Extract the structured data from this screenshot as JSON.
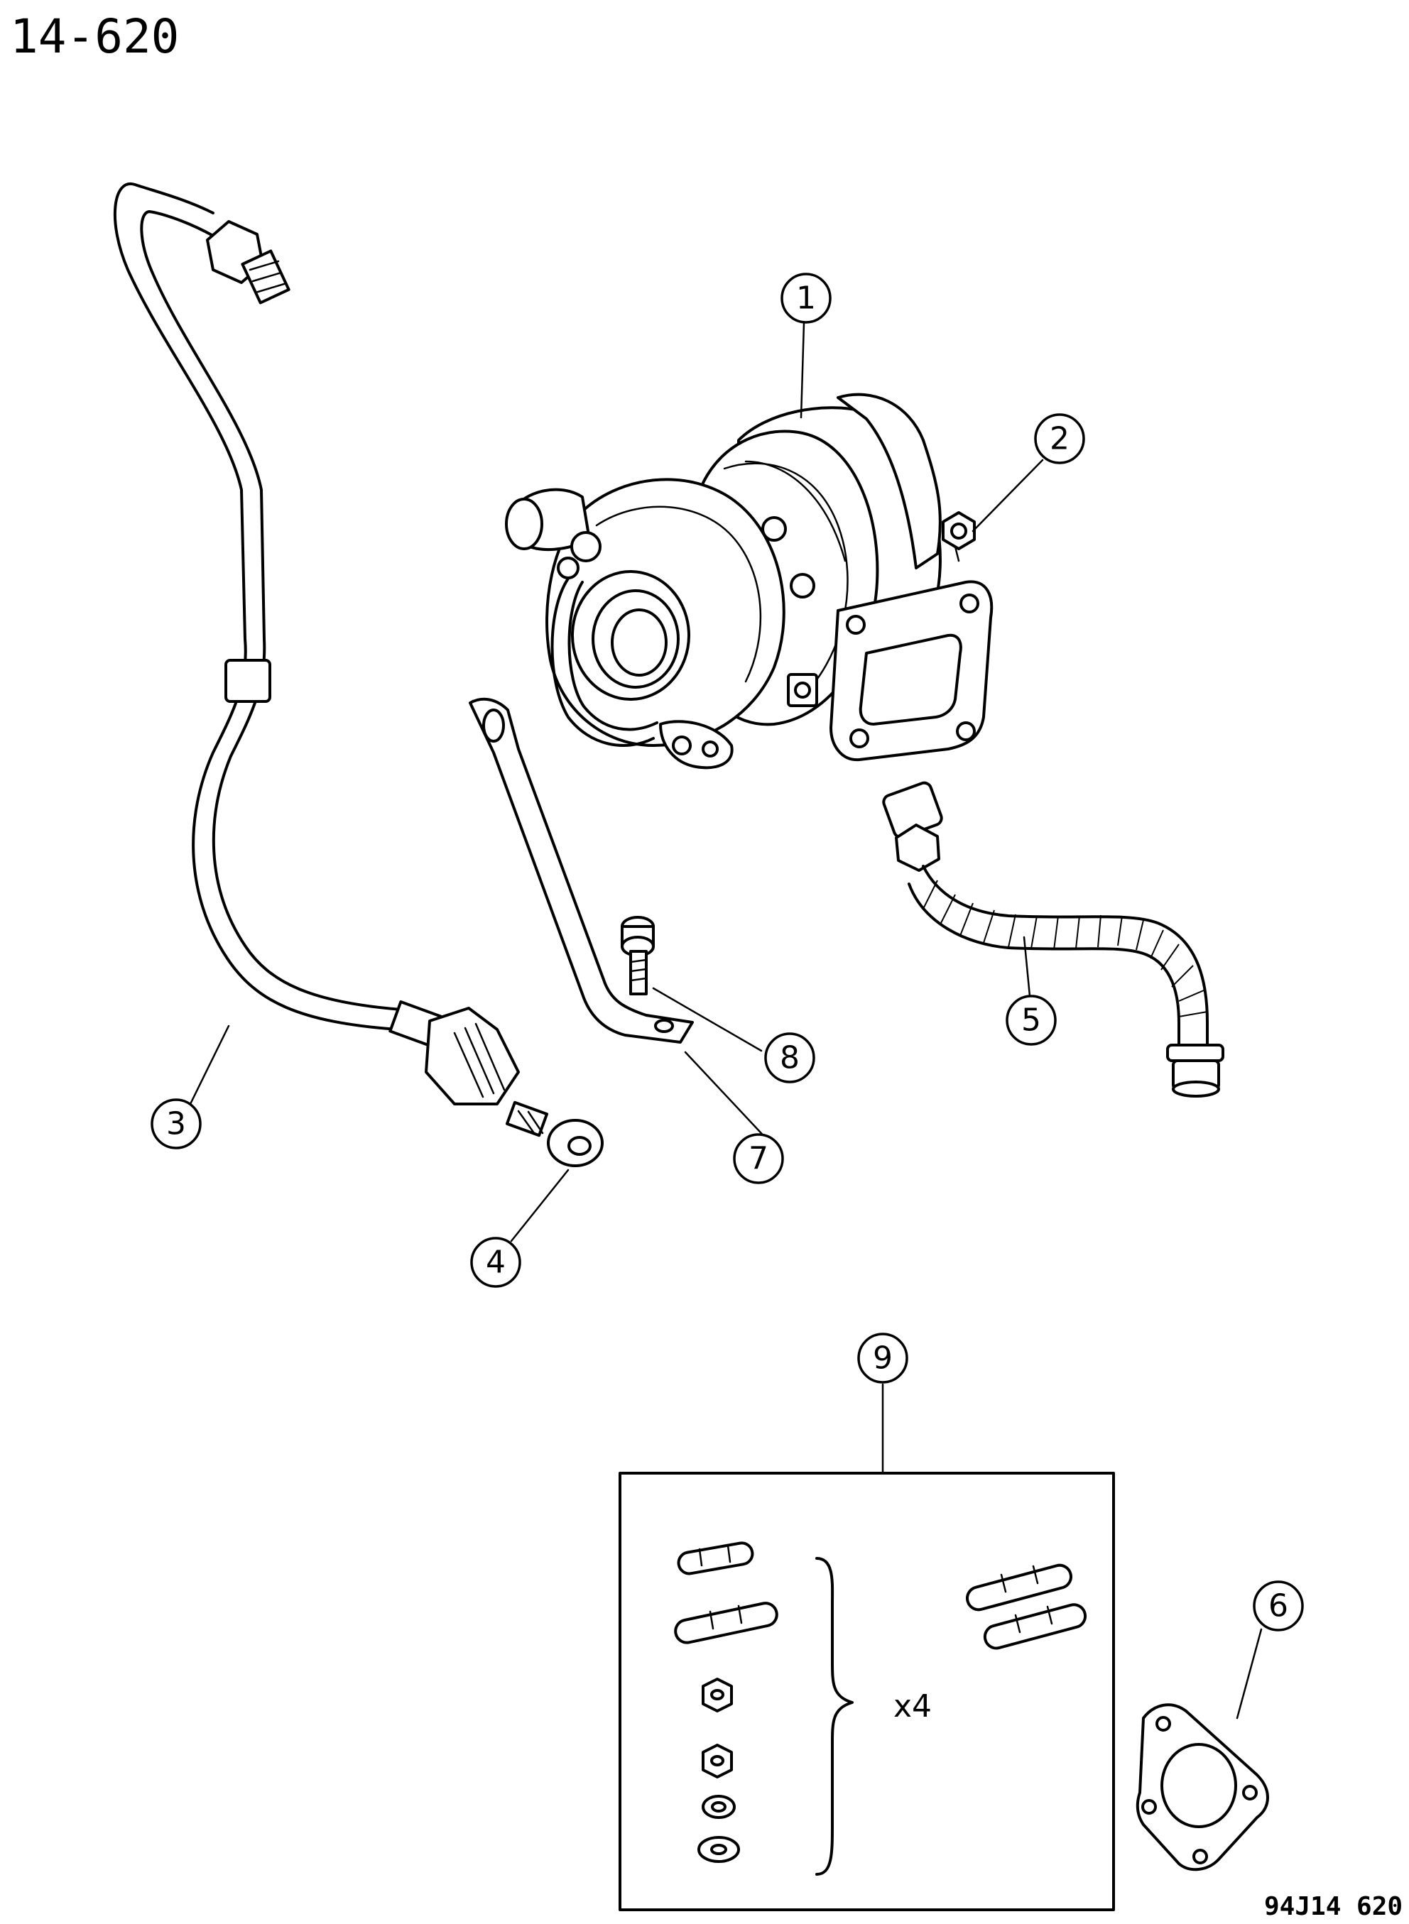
{
  "page_code": "14-620",
  "figure_code": "94J14 620",
  "callouts": [
    "1",
    "2",
    "3",
    "4",
    "5",
    "6",
    "7",
    "8",
    "9"
  ],
  "kit": {
    "quantity_label": "x4"
  }
}
